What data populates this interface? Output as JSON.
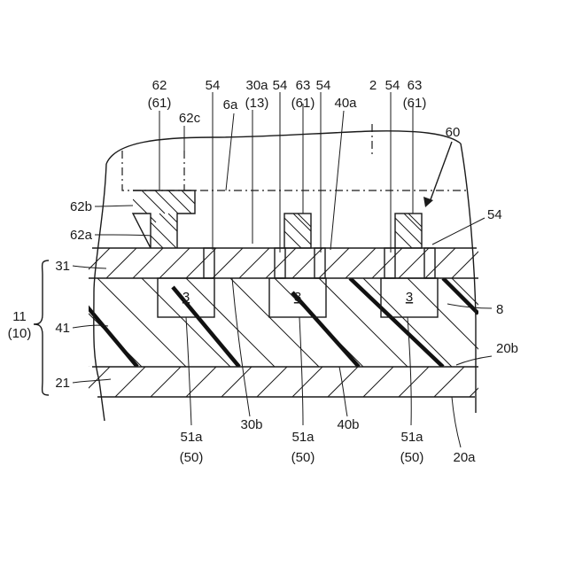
{
  "labels": {
    "l62": "62",
    "l61a": "(61)",
    "l62c": "62c",
    "l54a": "54",
    "l6a": "6a",
    "l30a": "30a",
    "l13": "(13)",
    "l54b": "54",
    "l63a": "63",
    "l61b": "(61)",
    "l54c": "54",
    "l40a": "40a",
    "l2": "2",
    "l54d": "54",
    "l63b": "63",
    "l61c": "(61)",
    "l60": "60",
    "l62b": "62b",
    "l54e": "54",
    "l62a": "62a",
    "l31": "31",
    "l11": "11",
    "l10": "(10)",
    "l41": "41",
    "l8": "8",
    "l20b": "20b",
    "l21": "21",
    "l3a": "3",
    "l3b": "3",
    "l3c": "3",
    "l51a1": "51a",
    "l50a": "(50)",
    "l30b": "30b",
    "l51a2": "51a",
    "l50b": "(50)",
    "l40b": "40b",
    "l51a3": "51a",
    "l50c": "(50)",
    "l20a": "20a"
  }
}
